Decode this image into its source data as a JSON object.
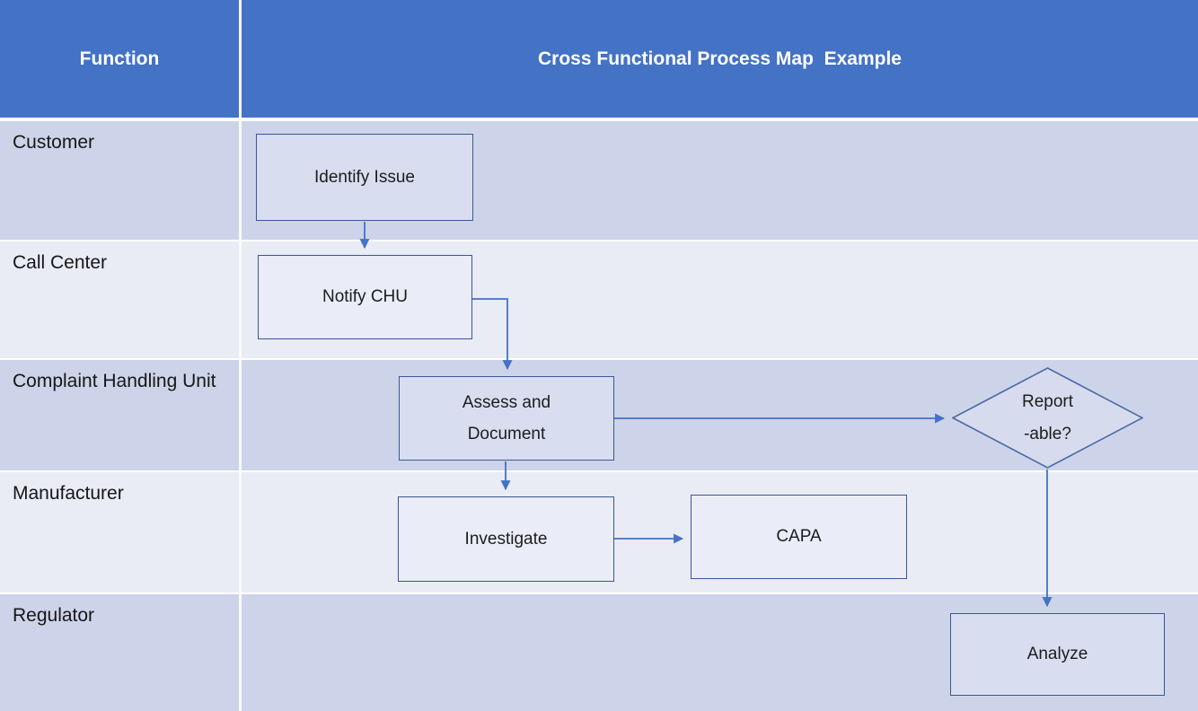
{
  "header": {
    "function_label": "Function",
    "title": "Cross Functional Process Map  Example"
  },
  "lanes": [
    {
      "label": "Customer"
    },
    {
      "label": "Call Center"
    },
    {
      "label": "Complaint Handling Unit"
    },
    {
      "label": "Manufacturer"
    },
    {
      "label": "Regulator"
    }
  ],
  "nodes": {
    "identify_issue": {
      "label": "Identify Issue",
      "shape": "rect",
      "lane": "Customer"
    },
    "notify_chu": {
      "label": "Notify CHU",
      "shape": "rect",
      "lane": "Call Center"
    },
    "assess_document": {
      "line1": "Assess and",
      "line2": "Document",
      "shape": "rect",
      "lane": "Complaint Handling Unit"
    },
    "reportable": {
      "line1": "Report",
      "line2": "-able?",
      "shape": "diamond",
      "lane": "Complaint Handling Unit"
    },
    "investigate": {
      "label": "Investigate",
      "shape": "rect",
      "lane": "Manufacturer"
    },
    "capa": {
      "label": "CAPA",
      "shape": "rect",
      "lane": "Manufacturer"
    },
    "analyze": {
      "label": "Analyze",
      "shape": "rect",
      "lane": "Regulator"
    }
  },
  "edges": [
    {
      "from": "identify_issue",
      "to": "notify_chu"
    },
    {
      "from": "notify_chu",
      "to": "assess_document"
    },
    {
      "from": "assess_document",
      "to": "reportable"
    },
    {
      "from": "assess_document",
      "to": "investigate"
    },
    {
      "from": "investigate",
      "to": "capa"
    },
    {
      "from": "reportable",
      "to": "analyze"
    }
  ],
  "colors": {
    "header_blue": "#4472C4",
    "lane_dark": "#CDD4E9",
    "lane_light": "#E9EBF5",
    "node_border": "#3A5795",
    "node_fill_dark_lane": "#D8DEF0",
    "node_fill_light_lane": "#EAEDF7",
    "connector_blue": "#4472C4",
    "header_text": "#FFFFFF",
    "body_text": "#1C1C1C"
  }
}
